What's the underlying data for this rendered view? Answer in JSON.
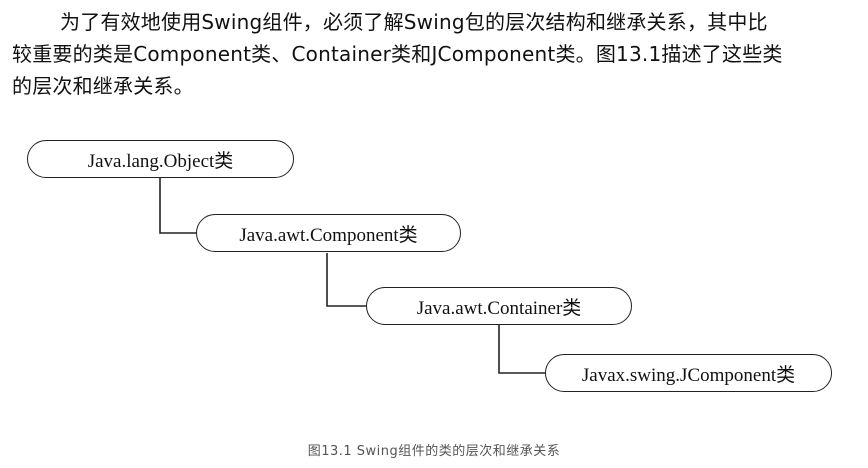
{
  "paragraph": {
    "line1": "为了有效地使用Swing组件，必须了解Swing包的层次结构和继承关系，其中比",
    "line2": "较重要的类是Component类、Container类和JComponent类。图13.1描述了这些类",
    "line3": "的层次和继承关系。"
  },
  "diagram": {
    "nodes": [
      {
        "label": "Java.lang.Object类"
      },
      {
        "label": "Java.awt.Component类"
      },
      {
        "label": "Java.awt.Container类"
      },
      {
        "label": "Javax.swing.JComponent类"
      }
    ]
  },
  "caption": "图13.1   Swing组件的类的层次和继承关系"
}
